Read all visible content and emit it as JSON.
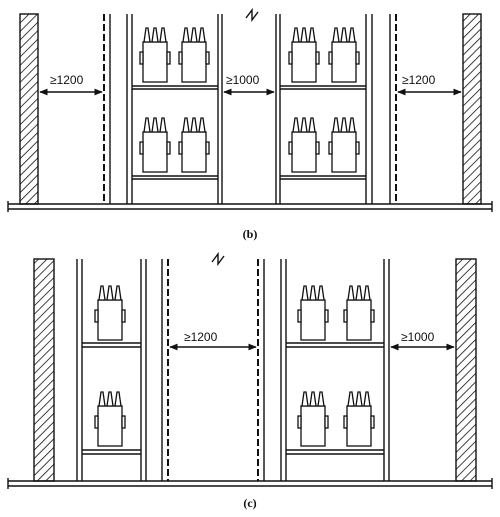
{
  "diagram_b": {
    "caption": "(b)",
    "dim_left": "≥1200",
    "dim_middle": "≥1000",
    "dim_right": "≥1200"
  },
  "diagram_c": {
    "caption": "(c)",
    "dim_middle": "≥1200",
    "dim_right": "≥1000"
  },
  "colors": {
    "line": "#111111",
    "background": "#ffffff"
  }
}
